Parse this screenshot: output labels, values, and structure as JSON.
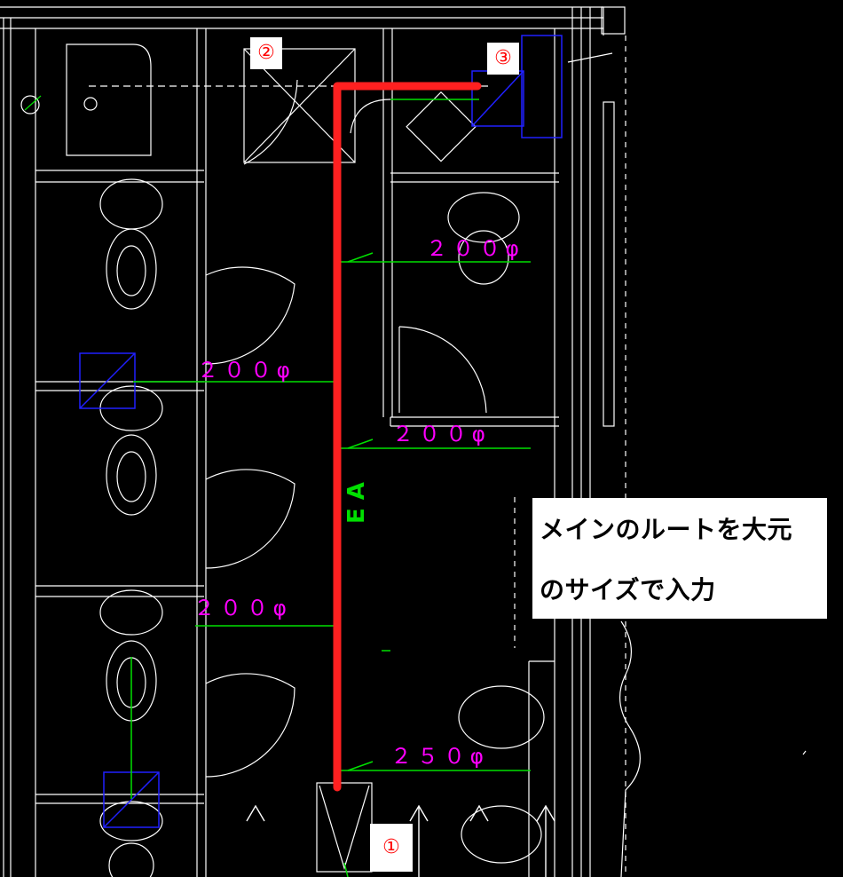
{
  "annotation": {
    "line1": "メインのルートを大元",
    "line2": "のサイズで入力"
  },
  "markers": {
    "m1": "①",
    "m2": "②",
    "m3": "③"
  },
  "duct_label": "E A",
  "dimensions": {
    "d1": "２００φ",
    "d2": "２００φ",
    "d3": "２００φ",
    "d4": "２００φ",
    "d5": "２５０φ"
  },
  "colors": {
    "background": "#000000",
    "linework": "#ffffff",
    "duct_main": "#ff2020",
    "branch": "#00e000",
    "dimension_text": "#ff00ff",
    "fixture_blue": "#2020ff"
  },
  "icons": {
    "arrow_up": "up-arrow-icon",
    "diffuser": "square-diffuser-icon",
    "toilet": "toilet-icon"
  }
}
